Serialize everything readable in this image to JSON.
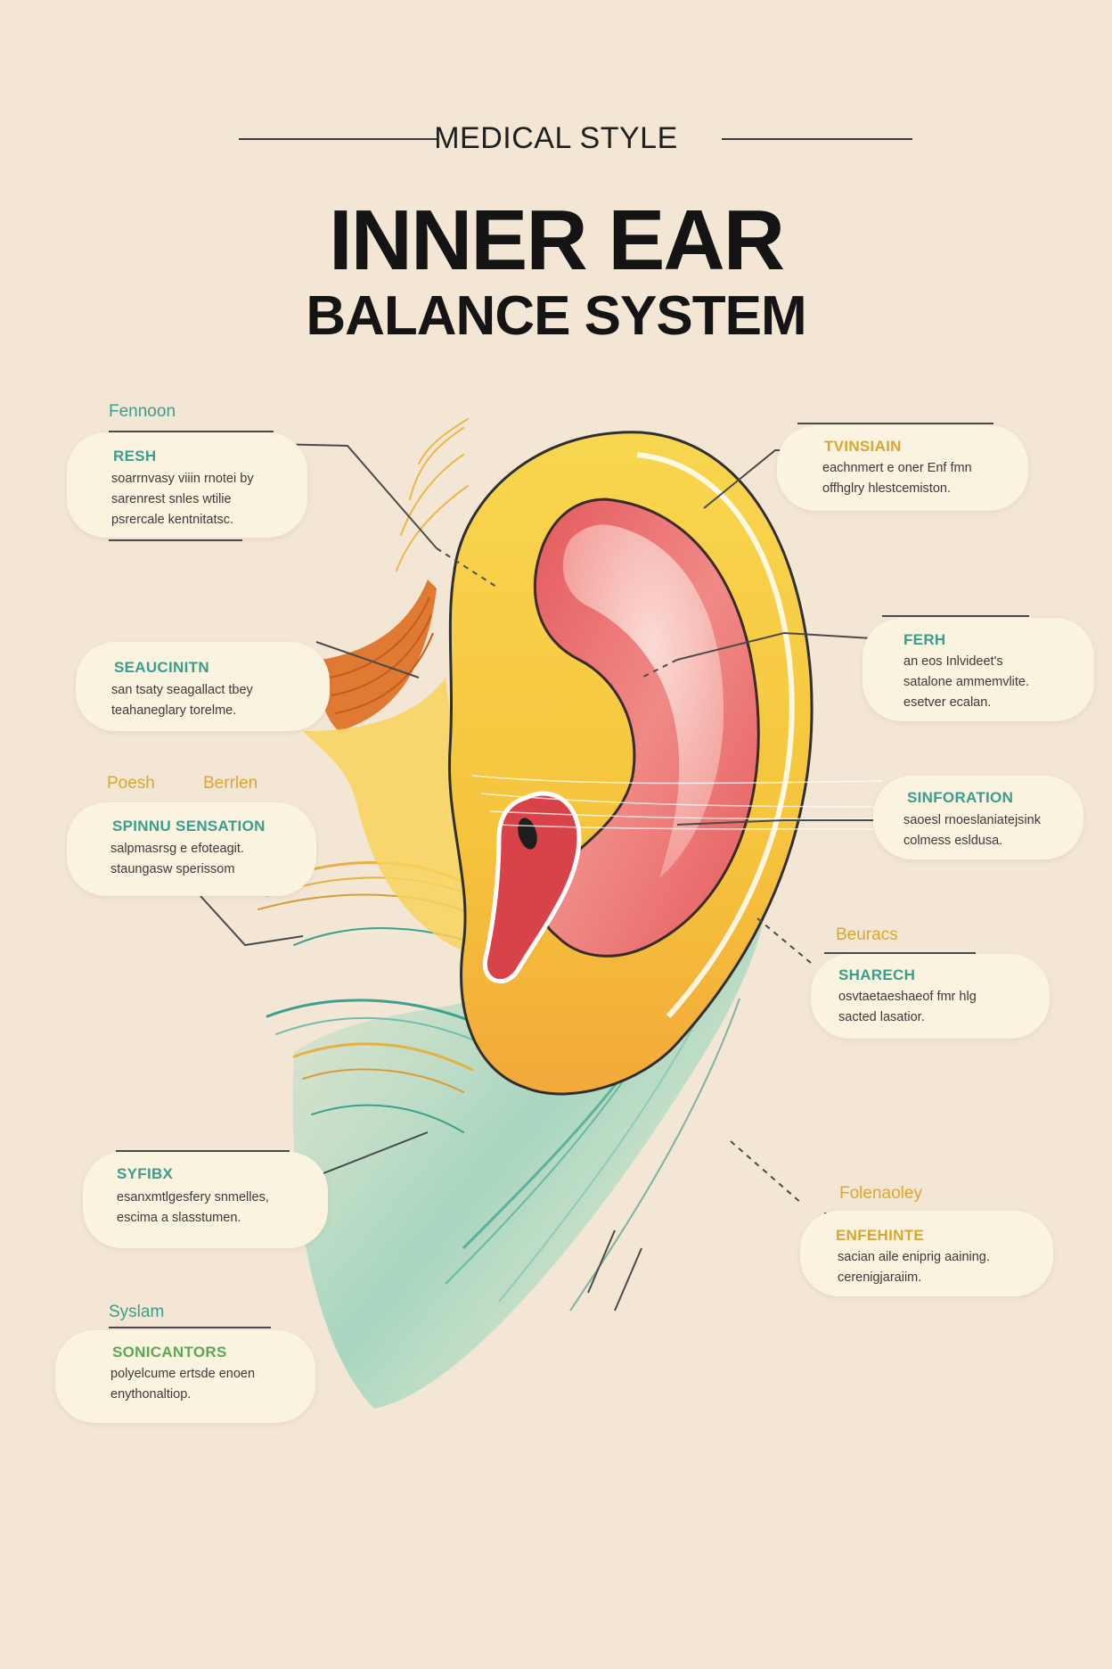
{
  "header": {
    "kicker": "MEDICAL STYLE",
    "title": "INNER EAR",
    "subtitle": "BALANCE SYSTEM"
  },
  "floating_labels": {
    "top_left": "Fennoon",
    "mid_left_a": "Poesh",
    "mid_left_b": "Berrlen",
    "bottom_left": "Syslam",
    "mid_right": "Beuracs",
    "lower_right": "Folenaoley"
  },
  "callouts": {
    "resh": {
      "heading": "RESH",
      "body": "soarrnvasy viiin rnotei by\nsarenrest snles wtilie\npsrercale kentnitatsc."
    },
    "seaucinitn": {
      "heading": "SEAUCINITN",
      "body": "san tsaty seagallact tbey\nteahaneglary torelme."
    },
    "spinnu": {
      "heading": "SPINNU SENSATION",
      "body": "salpmasrsg e efoteagit.\nstaungasw sperissom"
    },
    "syfibx": {
      "heading": "SYFIBX",
      "body": "esanxmtlgesfery snmelles,\nescima a slasstumen."
    },
    "sonicarntors": {
      "heading": "SONICANTORS",
      "body": "polyelcume ertsde enoen\nenythonaltiop."
    },
    "tvinsiain": {
      "heading": "TVINSIAIN",
      "body": "eachnmert e oner Enf fmn\noffhglry hlestcemiston."
    },
    "ferh": {
      "heading": "FERH",
      "body": "an eos Inlvideet's\nsatalone ammemvlite.\nesetver ecalan."
    },
    "sinforation": {
      "heading": "SINFORATION",
      "body": "saoesl rnoeslaniatejsink\ncolmess esldusa."
    },
    "sharech": {
      "heading": "SHARECH",
      "body": "osvtaetaeshaeof fmr hlg\nsacted lasatior."
    },
    "enfehinte": {
      "heading": "ENFEHINTE",
      "body": "sacian aile eniprig aaining.\ncerenigjaraiim."
    }
  },
  "colors": {
    "background": "#f3e6d4",
    "callout_fill": "#faf3e0",
    "teal": "#3a9d8d",
    "green": "#5aa855",
    "gold": "#d9a632",
    "ear_red": "#e0575a",
    "ear_pink": "#f6b0ab",
    "ear_yellow": "#f7cf4a",
    "canal_blue": "#6bb8dc",
    "fiber_orange": "#e07a32"
  }
}
